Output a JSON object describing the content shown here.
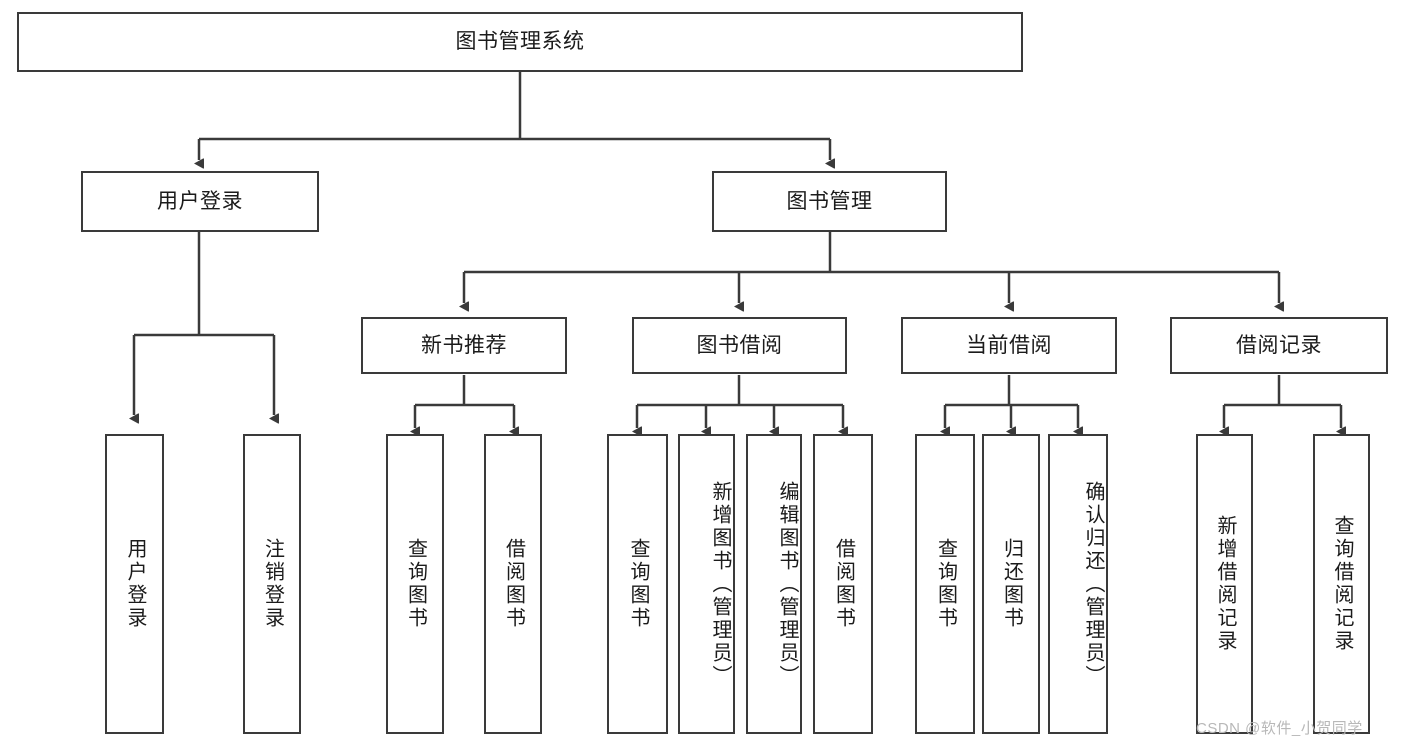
{
  "diagram": {
    "title": "图书管理系统",
    "type": "hierarchy-tree",
    "root": {
      "label": "图书管理系统"
    },
    "level2": [
      {
        "label": "用户登录"
      },
      {
        "label": "图书管理"
      }
    ],
    "level3": [
      {
        "label": "新书推荐"
      },
      {
        "label": "图书借阅"
      },
      {
        "label": "当前借阅"
      },
      {
        "label": "借阅记录"
      }
    ],
    "leaves": {
      "user_login": [
        {
          "label": "用户登录"
        },
        {
          "label": "注销登录"
        }
      ],
      "new_book": [
        {
          "label": "查询图书"
        },
        {
          "label": "借阅图书"
        }
      ],
      "book_borrow": [
        {
          "label": "查询图书"
        },
        {
          "label": "新增图书（管理员）"
        },
        {
          "label": "编辑图书（管理员）"
        },
        {
          "label": "借阅图书"
        }
      ],
      "current_borrow": [
        {
          "label": "查询图书"
        },
        {
          "label": "归还图书"
        },
        {
          "label": "确认归还（管理员）"
        }
      ],
      "borrow_record": [
        {
          "label": "新增借阅记录"
        },
        {
          "label": "查询借阅记录"
        }
      ]
    }
  },
  "watermark": {
    "text": "CSDN @软件_小贺同学"
  },
  "colors": {
    "stroke": "#3a3a3a",
    "background": "#ffffff",
    "text": "#1b1b1b",
    "watermark": "#b8b8b8"
  }
}
